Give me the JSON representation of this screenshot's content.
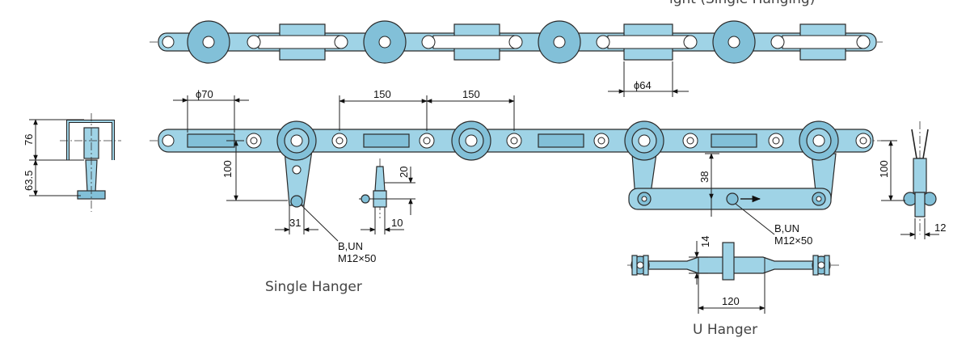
{
  "top_cut_text": "ight (Single Hanging)",
  "dimensions": {
    "d70": "ϕ70",
    "p150a": "150",
    "p150b": "150",
    "d64": "ϕ64",
    "h76": "76",
    "h63_5": "63.5",
    "h100_left": "100",
    "h20": "20",
    "w31": "31",
    "w10": "10",
    "h38": "38",
    "h100_right": "100",
    "w12": "12",
    "h14": "14",
    "w120": "120"
  },
  "notes": {
    "bolt_single_1": "B,UN",
    "bolt_single_2": "M12×50",
    "bolt_u_1": "B,UN",
    "bolt_u_2": "M12×50"
  },
  "captions": {
    "single_hanger": "Single Hanger",
    "u_hanger": "U Hanger"
  },
  "colors": {
    "part_fill": "#9fd3e6",
    "line": "#222222"
  }
}
